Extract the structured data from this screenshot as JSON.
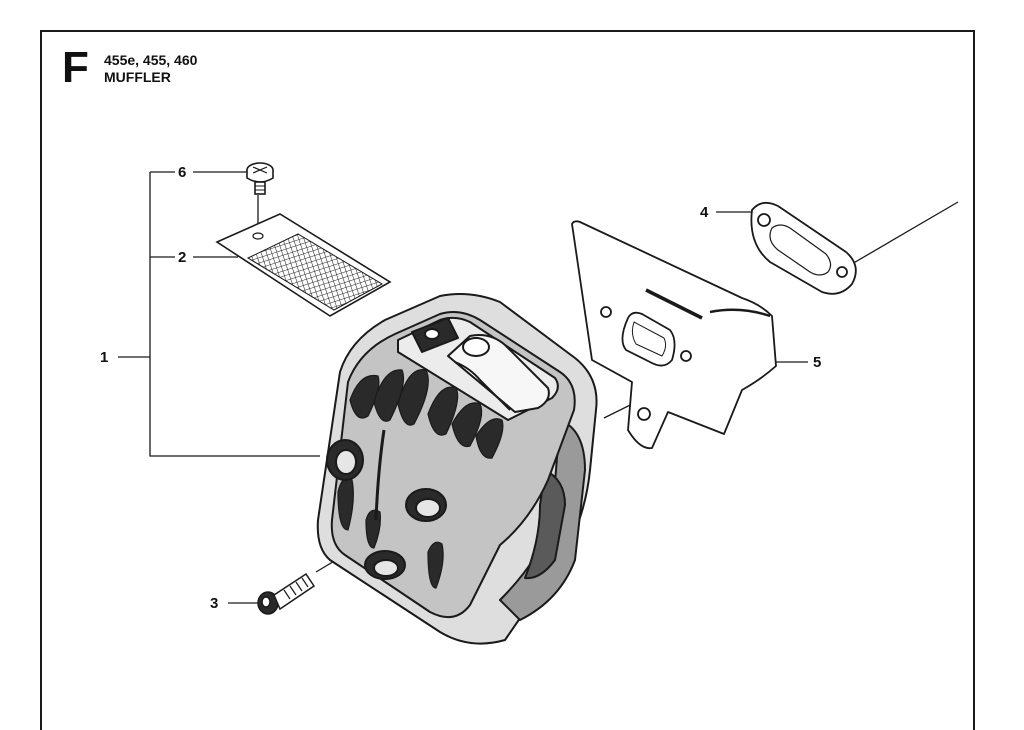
{
  "header": {
    "section": "F",
    "models": "455e, 455, 460",
    "title": "MUFFLER"
  },
  "callouts": [
    "1",
    "2",
    "3",
    "4",
    "5",
    "6"
  ],
  "colors": {
    "line": "#1a1a1a",
    "background": "#ffffff"
  }
}
